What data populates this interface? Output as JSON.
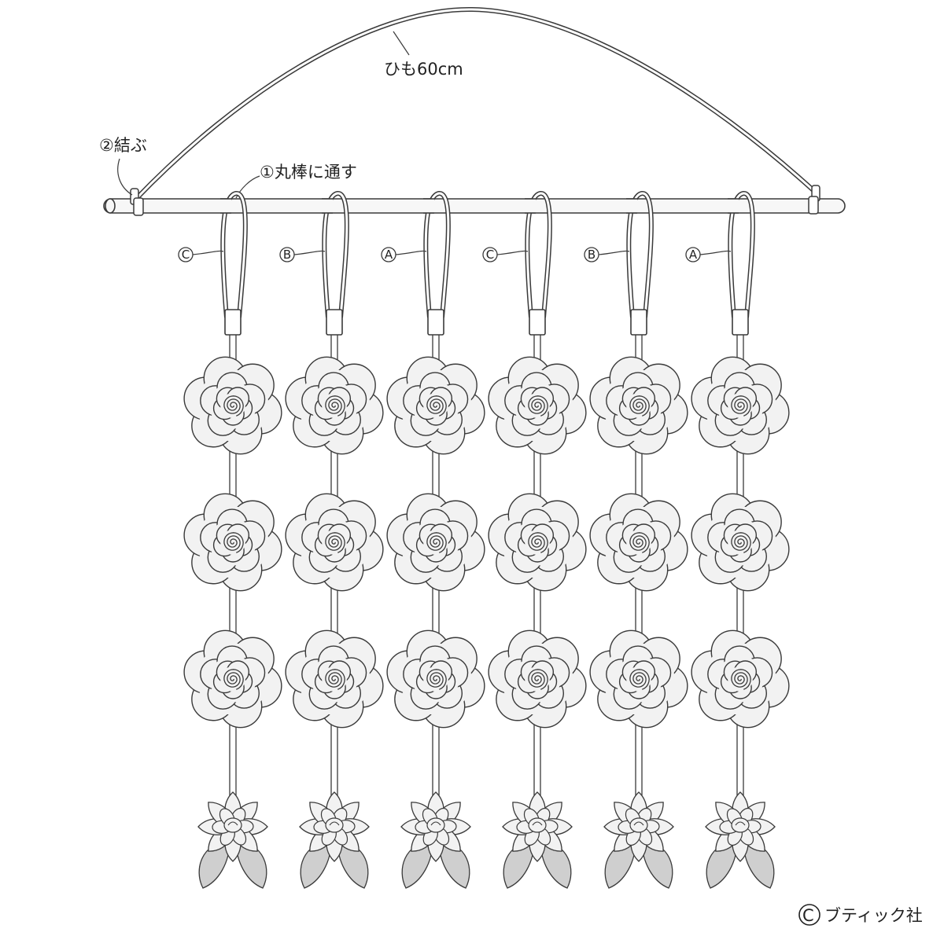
{
  "annotations": {
    "string_label": "ひも60cm",
    "tie_label": "②結ぶ",
    "thread_label": "①丸棒に通す"
  },
  "strands": [
    {
      "label": "C"
    },
    {
      "label": "B"
    },
    {
      "label": "A"
    },
    {
      "label": "C"
    },
    {
      "label": "B"
    },
    {
      "label": "A"
    }
  ],
  "roses_per_strand": 3,
  "credit": "ブティック社",
  "credit_mark": "C",
  "colors": {
    "line": "#3a3a3a",
    "flower_fill": "#f2f2f2",
    "leaf_fill": "#cfcfcf",
    "background": "#ffffff"
  }
}
